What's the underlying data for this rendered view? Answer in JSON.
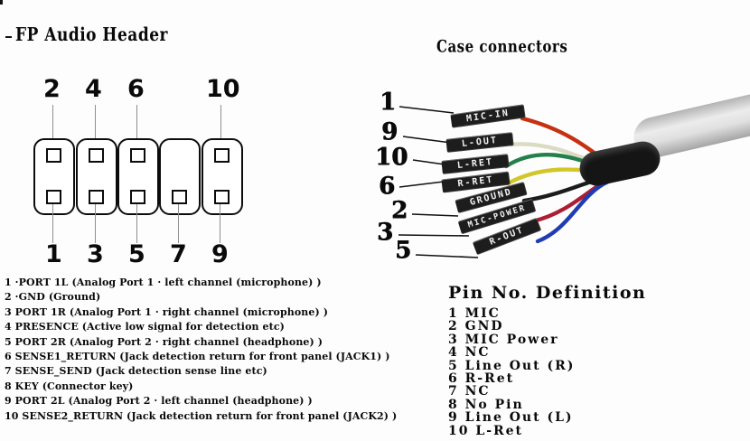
{
  "left": {
    "title": "FP Audio Header",
    "header_diagram": {
      "top_labels": [
        "2",
        "4",
        "6",
        "10"
      ],
      "bottom_labels": [
        "1",
        "3",
        "5",
        "7",
        "9"
      ]
    },
    "pin_list": [
      "1 ·PORT 1L (Analog Port 1 · left channel (microphone) )",
      "2 ·GND (Ground)",
      "3 PORT 1R (Analog Port 1 · right channel (microphone) )",
      "4 PRESENCE (Active low signal for detection etc)",
      "5 PORT 2R (Analog Port 2 · right channel (headphone) )",
      "6 SENSE1_RETURN (Jack detection return for front panel (JACK1) )",
      "7 SENSE_SEND (Jack detection sense line etc)",
      "8 KEY (Connector key)",
      "9 PORT 2L (Analog Port 2 · left channel (headphone) )",
      "10 SENSE2_RETURN (Jack detection return for front panel (JACK2) )"
    ]
  },
  "right": {
    "title": "Case connectors",
    "connectors": [
      {
        "pin": "1",
        "label": "MIC-IN",
        "wire_color": "#c63111"
      },
      {
        "pin": "9",
        "label": "L-OUT",
        "wire_color": "#d9dbc2"
      },
      {
        "pin": "10",
        "label": "L-RET",
        "wire_color": "#23804a"
      },
      {
        "pin": "6",
        "label": "R-RET",
        "wire_color": "#d2c629"
      },
      {
        "pin": "2",
        "label": "GROUND",
        "wire_color": "#1c1c1c"
      },
      {
        "pin": "3",
        "label": "MIC-POWER",
        "wire_color": "#ab1e33"
      },
      {
        "pin": "5",
        "label": "R-OUT",
        "wire_color": "#1f3cb2"
      }
    ],
    "definition": {
      "title": "Pin No. Definition",
      "items": [
        "1 MIC",
        "2 GND",
        "3 MIC Power",
        "4 NC",
        "5 Line Out (R)",
        "6 R-Ret",
        "7 NC",
        "8 No Pin",
        "9 Line Out (L)",
        "10 L-Ret"
      ]
    }
  }
}
